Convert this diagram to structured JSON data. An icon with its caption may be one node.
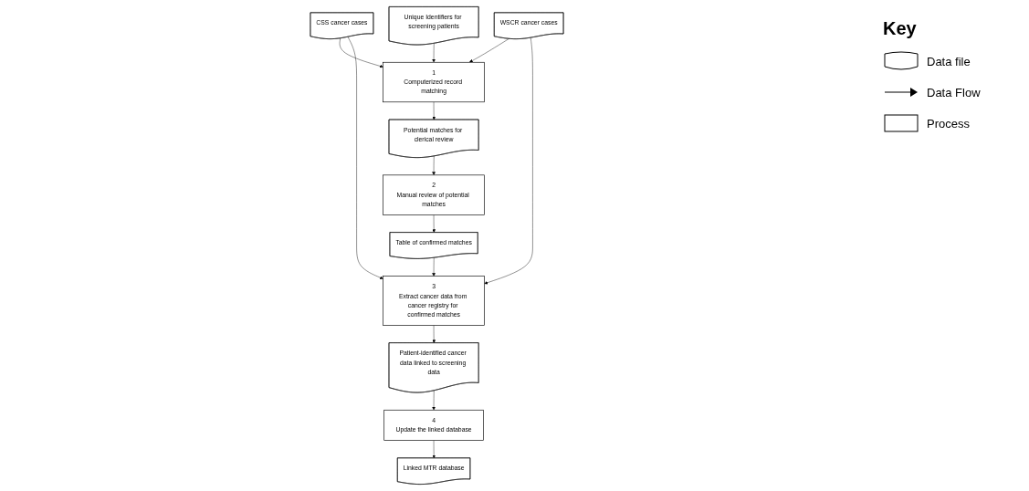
{
  "diagram": {
    "nodes": [
      {
        "text": [
          "Unique Identifiers for screening patients"
        ]
      },
      {
        "text": [
          "CSS cancer cases"
        ]
      },
      {
        "text": [
          "WSCR cancer cases"
        ]
      },
      {
        "text": [
          "1",
          "Computerized record matching"
        ]
      },
      {
        "text": [
          "2",
          "Manual review of potential matches"
        ]
      },
      {
        "text": [
          "3",
          "Extract cancer data from cancer registry for confirmed matches"
        ]
      },
      {
        "text": [
          "4",
          "Update the linked database"
        ]
      },
      {
        "text": [
          "Potential matches for clerical review"
        ]
      },
      {
        "text": [
          "Table of confirmed matches"
        ]
      },
      {
        "text": [
          "Patient-identified cancer data linked to screening data"
        ]
      },
      {
        "text": [
          "Linked MTR database"
        ]
      }
    ],
    "edges": [
      {
        "from": 0,
        "to": 3,
        "arrow": "to"
      },
      {
        "from": 1,
        "to": 3,
        "arrow": "to"
      },
      {
        "from": 1,
        "to": 5,
        "arrow": "to"
      },
      {
        "from": 2,
        "to": 3,
        "arrow": "to"
      },
      {
        "from": 2,
        "to": 5,
        "arrow": "to"
      },
      {
        "from": 3,
        "to": 7,
        "arrow": "to"
      },
      {
        "from": 7,
        "to": 4,
        "arrow": "to"
      },
      {
        "from": 4,
        "to": 8,
        "arrow": "to"
      },
      {
        "from": 8,
        "to": 5,
        "arrow": "to"
      },
      {
        "from": 5,
        "to": 9,
        "arrow": "to"
      },
      {
        "from": 9,
        "to": 6,
        "arrow": "to"
      },
      {
        "from": 6,
        "to": 10,
        "arrow": "to"
      }
    ],
    "labels": [
      "Key"
    ],
    "legend": [
      {
        "text": "Data file"
      },
      {
        "text": "Data Flow"
      },
      {
        "text": "Process"
      }
    ]
  }
}
